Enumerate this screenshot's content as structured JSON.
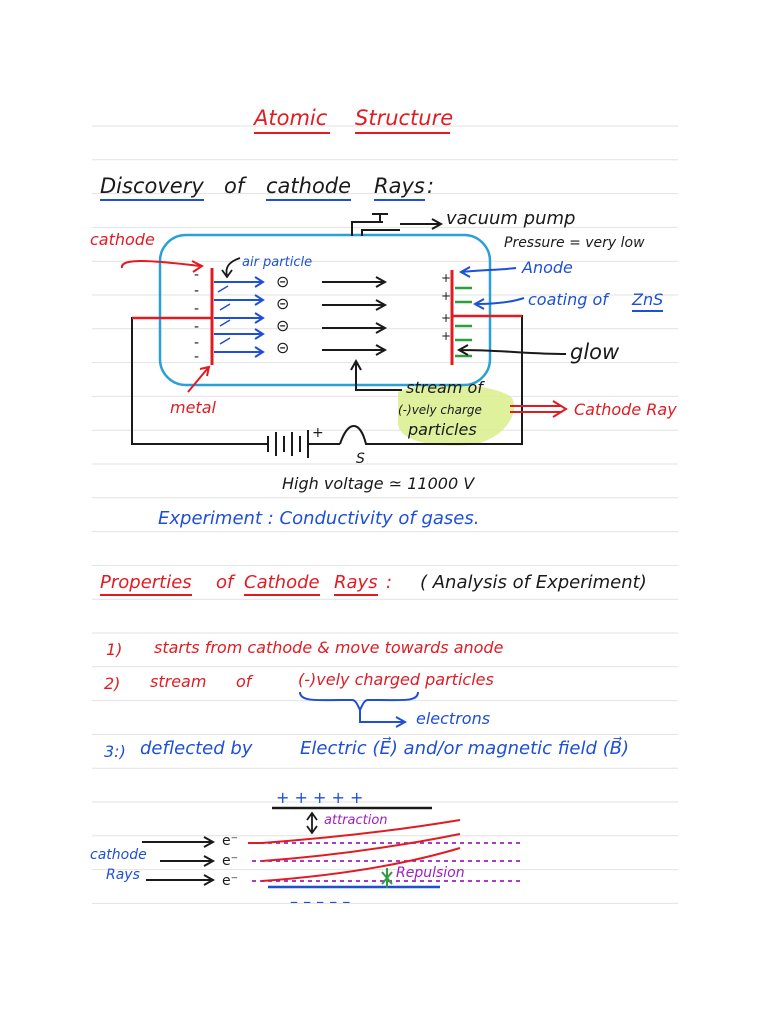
{
  "title": [
    "Atomic",
    "Structure"
  ],
  "heading": {
    "word1": "Discovery",
    "word2": "of",
    "word3": "cathode",
    "word4": "Rays",
    "colon": ":"
  },
  "diagram": {
    "vacuum_pump": "vacuum pump",
    "pressure": "Pressure = very low",
    "cathode": "cathode",
    "air_particle": "air particle",
    "anode": "Anode",
    "coating_prefix": "coating of",
    "coating_zns": "ZnS",
    "glow": "glow",
    "stream_line1": "stream of",
    "stream_line2": "(-)vely charge",
    "stream_line3": "particles",
    "cathode_ray": "Cathode Ray",
    "metal": "metal",
    "battery_plus": "+",
    "switch": "S",
    "minus_signs": [
      "-",
      "-",
      "-",
      "-",
      "-",
      "-"
    ],
    "plus_signs": [
      "+",
      "+",
      "+",
      "+"
    ],
    "electron_symbol": "⊝"
  },
  "high_voltage": "High voltage ≃ 11000 V",
  "experiment": "Experiment : Conductivity of gases.",
  "properties": {
    "head1": "Properties",
    "head2": "of",
    "head3": "Cathode",
    "head4": "Rays",
    "colon": ":",
    "analysis": "( Analysis of Experiment)",
    "item1_num": "1)",
    "item1": "starts from cathode & move towards anode",
    "item2_num": "2)",
    "item2_a": "stream",
    "item2_b": "of",
    "item2_c": "(-)vely charged particles",
    "electrons": "electrons",
    "item3_num": "3:)",
    "item3_a": "deflected by",
    "item3_b": "Electric (E⃗) and/or magnetic field (B⃗)"
  },
  "deflection": {
    "plus_top": "+   +    + + +",
    "attraction": "attraction",
    "cathode": "cathode",
    "rays": "Rays",
    "electron": "e⁻",
    "repulsion": "Repulsion",
    "minus_bottom": "–   –      – – –"
  },
  "colors": {
    "red": "#e21b23",
    "blue": "#1e4fd8",
    "purple": "#a020c0",
    "green": "#2e9e3e",
    "highlight": "#d9ee8c",
    "tube": "#2a9fd8",
    "rule": "#e2e2e2"
  }
}
